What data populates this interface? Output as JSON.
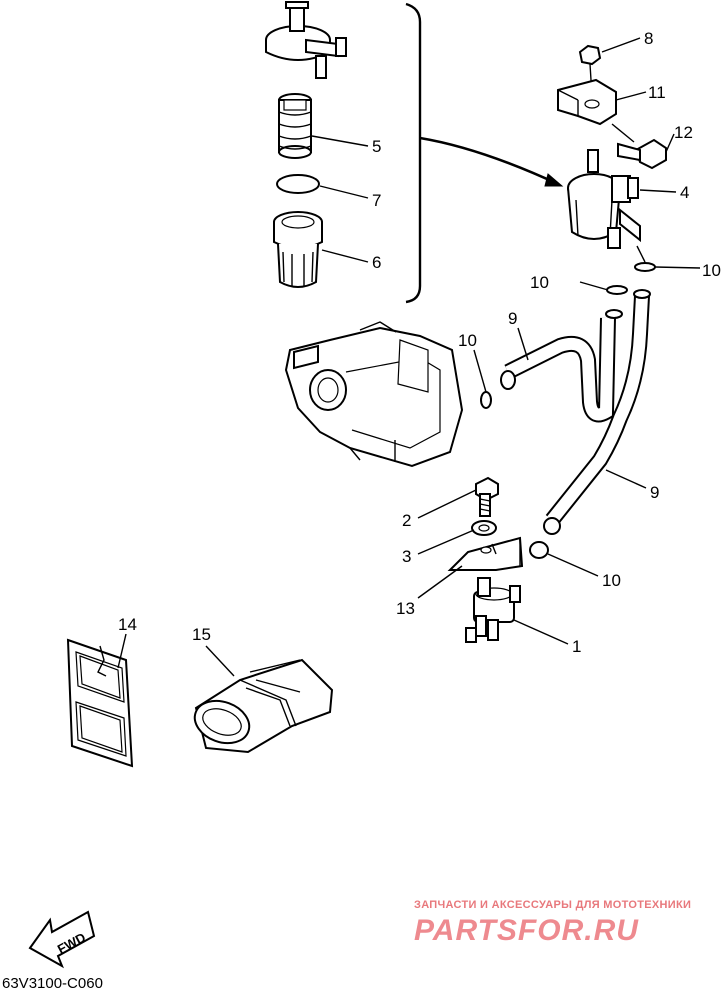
{
  "callouts": {
    "c1": "1",
    "c2": "2",
    "c3": "3",
    "c4": "4",
    "c5": "5",
    "c6": "6",
    "c7": "7",
    "c8": "8",
    "c9a": "9",
    "c9b": "9",
    "c10a": "10",
    "c10b": "10",
    "c10c": "10",
    "c10d": "10",
    "c11": "11",
    "c12": "12",
    "c13": "13",
    "c14": "14",
    "c15": "15"
  },
  "fwd_label": "FWD",
  "diagram_code": "63V3100-C060",
  "watermark": {
    "tagline": "ЗАПЧАСТИ И АКСЕССУАРЫ ДЛЯ МОТОТЕХНИКИ",
    "brand": "PARTSFOR.RU"
  },
  "colors": {
    "ink": "#000000",
    "watermark": "#ee8a8f",
    "background": "#ffffff"
  }
}
